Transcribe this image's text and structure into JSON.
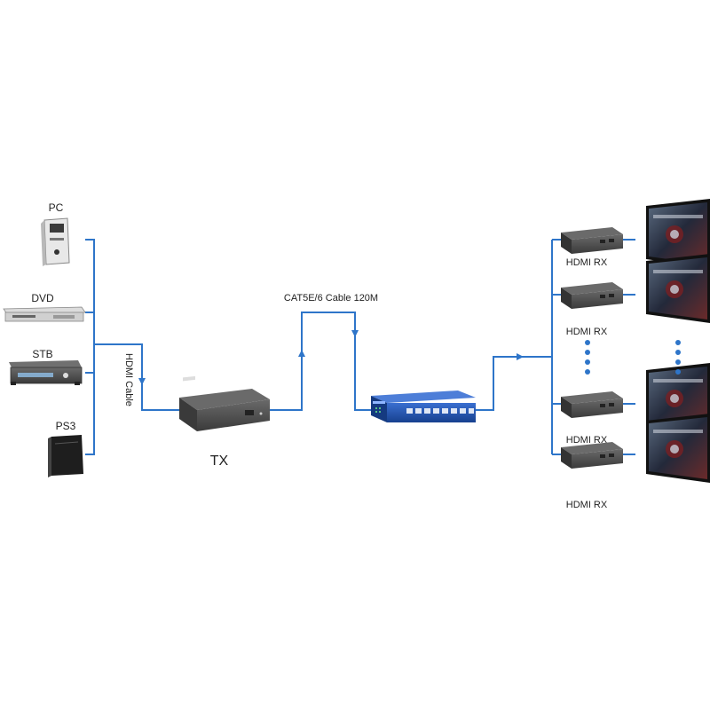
{
  "sources": [
    {
      "label": "PC"
    },
    {
      "label": "DVD"
    },
    {
      "label": "STB"
    },
    {
      "label": "PS3"
    }
  ],
  "labels": {
    "hdmi_cable": "HDMI Cable",
    "tx": "TX",
    "cat_cable": "CAT5E/6 Cable 120M"
  },
  "receivers": [
    {
      "label": "HDMI RX"
    },
    {
      "label": "HDMI RX"
    },
    {
      "label": "HDMI RX"
    },
    {
      "label": "HDMI RX"
    }
  ],
  "colors": {
    "line": "#2e75c9",
    "device_dark": "#4a4a4a",
    "switch_blue": "#1f4fa8",
    "screen_dark": "#1b1f2a"
  }
}
